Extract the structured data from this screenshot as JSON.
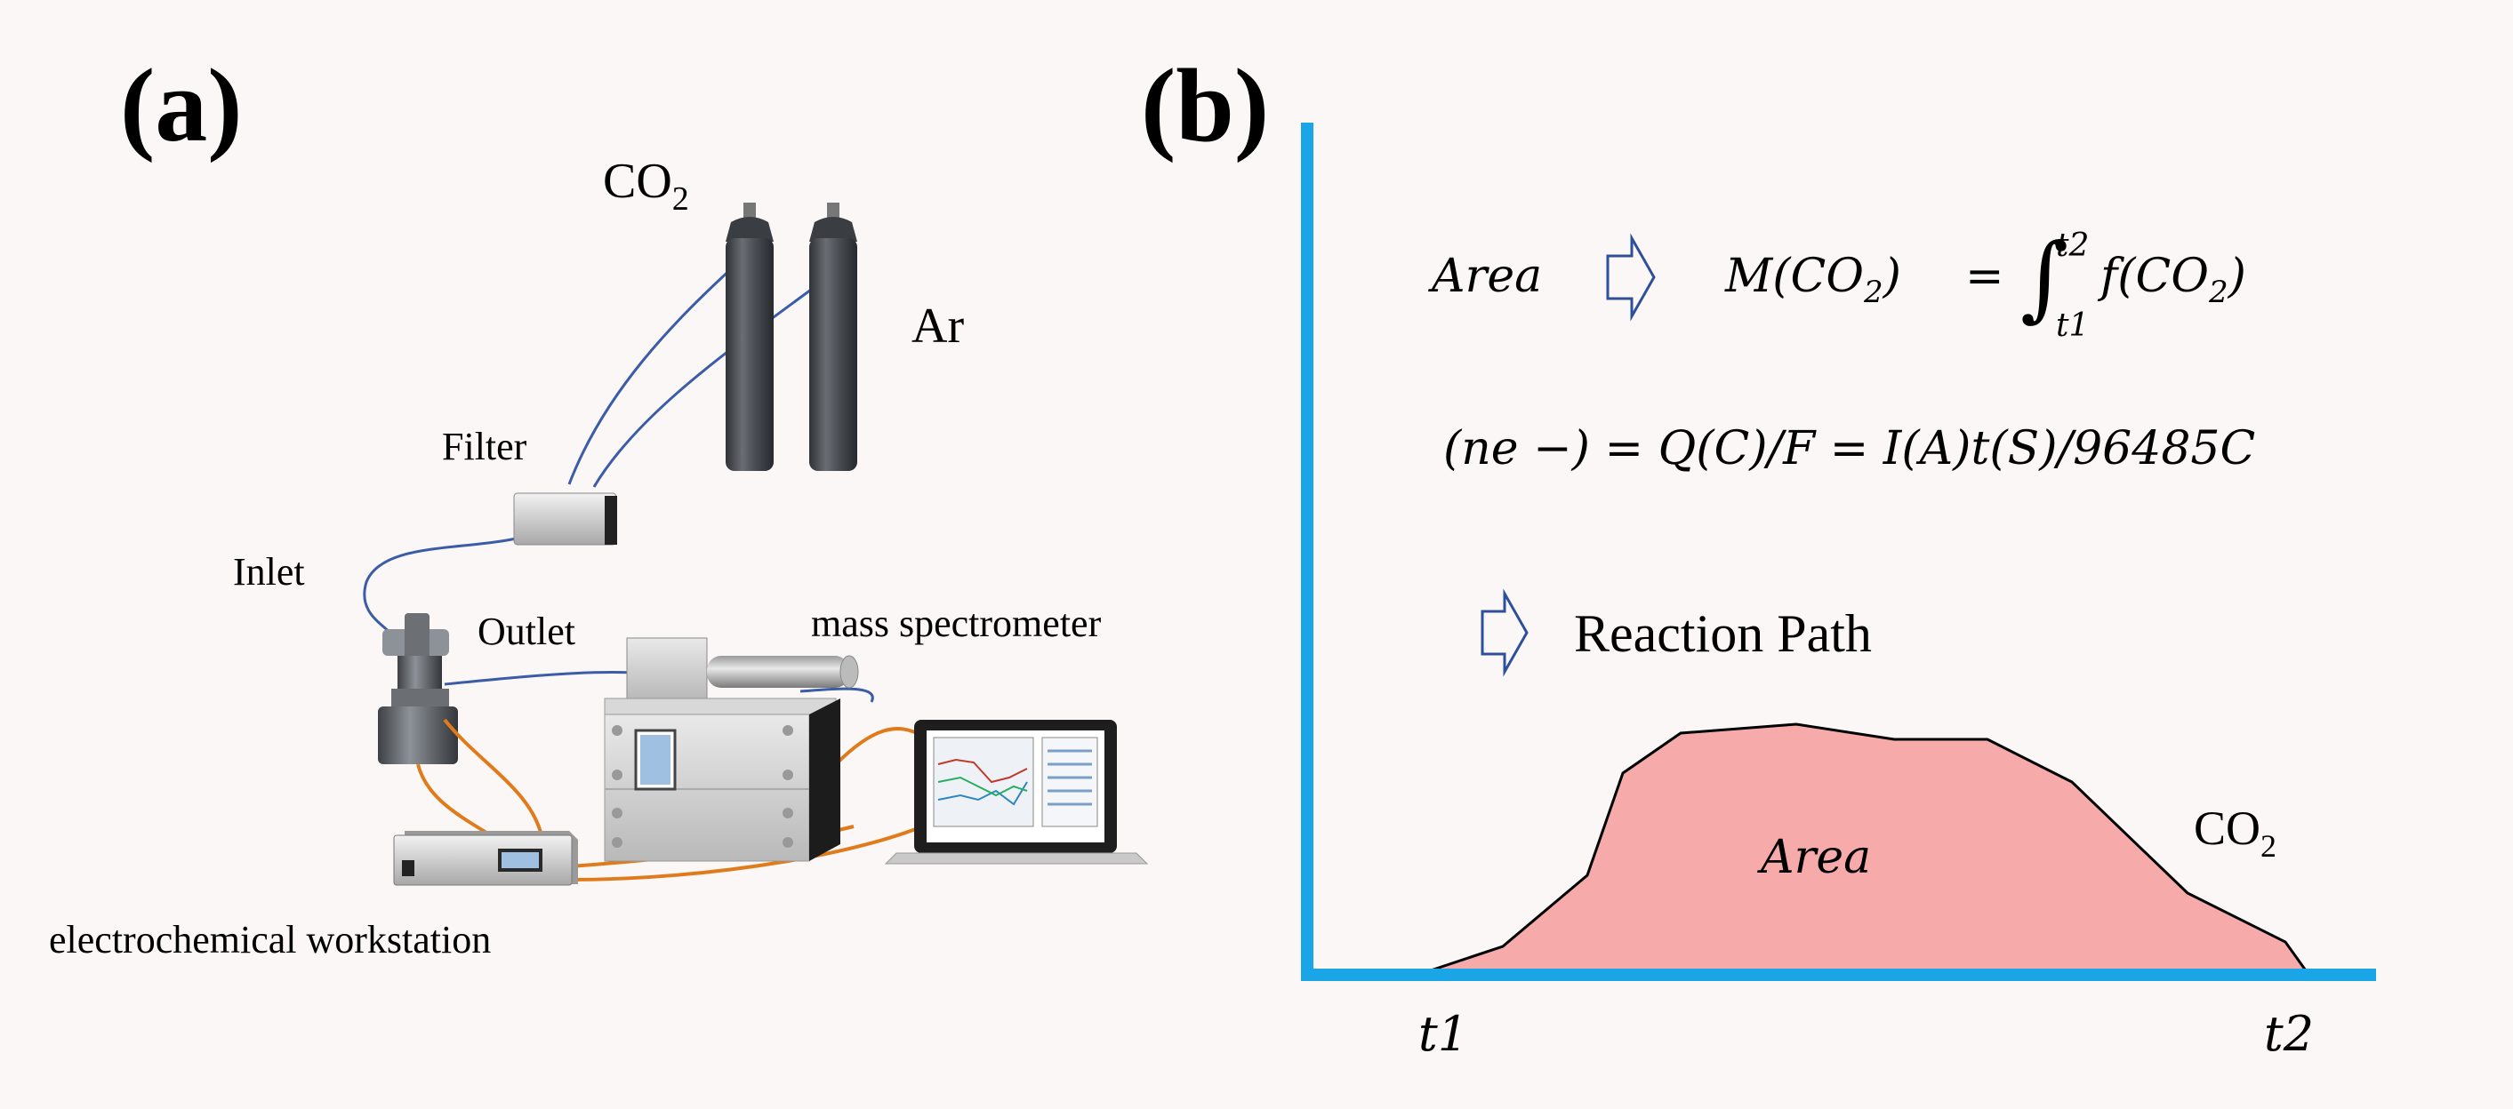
{
  "panel_a": {
    "label": "(a)",
    "cylinder_co2": {
      "label": "CO",
      "sub": "2"
    },
    "cylinder_ar": {
      "label": "Ar"
    },
    "filter": "Filter",
    "inlet": "Inlet",
    "outlet": "Outlet",
    "mass_spectrometer": "mass spectrometer",
    "workstation": "electrochemical workstation"
  },
  "panel_b": {
    "label": "(b)",
    "eq1": {
      "left": "Area",
      "middle": "M(CO",
      "middle_sub": "2",
      "middle_close": ")",
      "equals": "=",
      "upper_limit": "t2",
      "lower_limit": "t1",
      "integrand": "f(CO",
      "integrand_sub": "2",
      "integrand_close": ")"
    },
    "eq2": "(ne −) = Q(C)/F = I(A)t(S)/96485C",
    "reaction_path": "Reaction Path",
    "curve_area_label": "Area",
    "curve_label": {
      "text": "CO",
      "sub": "2"
    },
    "x_start": "t1",
    "x_end": "t2",
    "colors": {
      "axis": "#1aa6e6",
      "area_fill": "#f7aaaa",
      "arrow": "#2e4f9a"
    }
  },
  "colors": {
    "tube_blue": "#3b5ca6",
    "wire_orange": "#e07b1c",
    "cylinder": "#4b4f55"
  }
}
